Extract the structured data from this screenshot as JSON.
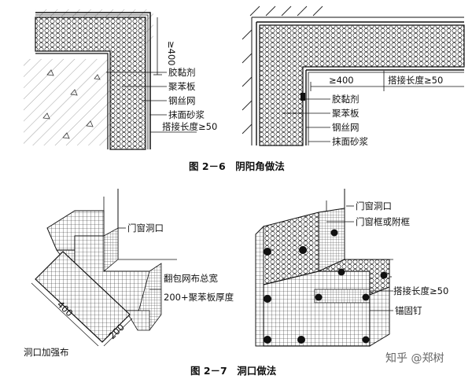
{
  "figure_2_6": {
    "caption": "图 2－6　阴阳角做法",
    "left": {
      "dim_400": "≥400",
      "labels": [
        "胶黏剂",
        "聚苯板",
        "钢丝网",
        "抹面砂浆"
      ],
      "lap": "搭接长度≥50"
    },
    "right": {
      "dim_400": "≥400",
      "lap": "搭接长度≥50",
      "labels": [
        "胶黏剂",
        "聚苯板",
        "钢丝网",
        "抹面砂浆"
      ]
    }
  },
  "figure_2_7": {
    "caption": "图 2－7　洞口做法",
    "left": {
      "door_window_opening": "门窗洞口",
      "wrap_mesh_width": "翻包网布总宽",
      "wrap_mesh_formula": "200+聚苯板厚度",
      "dim_400": "400",
      "dim_200": "200",
      "reinforcement_mesh": "洞口加强布"
    },
    "right": {
      "door_window_opening": "门窗洞口",
      "frame": "门窗框或附框",
      "lap": "搭接长度≥50",
      "anchor": "锚固钉"
    }
  },
  "watermark": "知乎 @郑树"
}
